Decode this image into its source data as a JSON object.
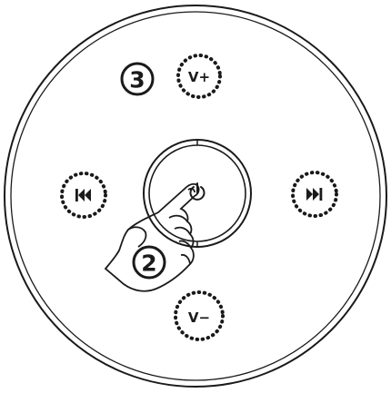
{
  "buttons": {
    "volume_up_label": "V+",
    "volume_down_label": "V−"
  },
  "steps": {
    "press_power": "2",
    "press_volume_up": "3"
  },
  "icons": {
    "power": "power-icon",
    "previous": "previous-track-icon",
    "next": "next-track-icon",
    "hand": "pointing-hand-icon"
  }
}
